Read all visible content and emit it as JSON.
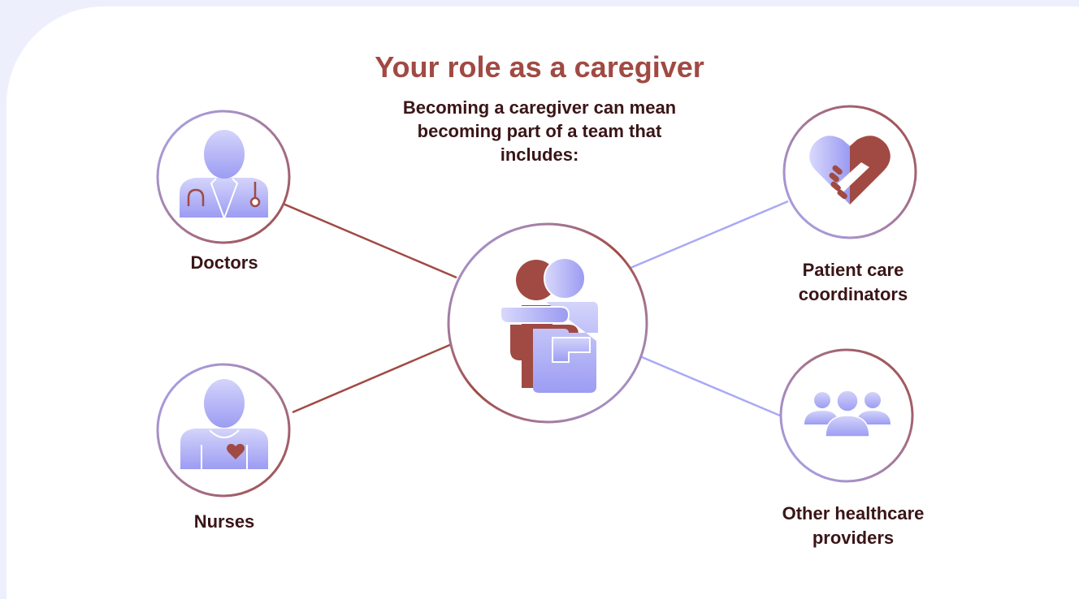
{
  "title": "Your role as a caregiver",
  "subtitle": "Becoming a caregiver can mean becoming part of a team that includes:",
  "nodes": {
    "center": {
      "icon": "hug-icon"
    },
    "doctors": {
      "label": "Doctors",
      "icon": "doctor-icon"
    },
    "nurses": {
      "label": "Nurses",
      "icon": "nurse-icon"
    },
    "coordinators": {
      "label": "Patient care coordinators",
      "icon": "handshake-heart-icon"
    },
    "providers": {
      "label": "Other healthcare providers",
      "icon": "group-icon"
    }
  },
  "colors": {
    "accent": "#a04a43",
    "dark_text": "#3a1517",
    "lavender": "#a9a9f5",
    "background": "#eeeffd"
  }
}
